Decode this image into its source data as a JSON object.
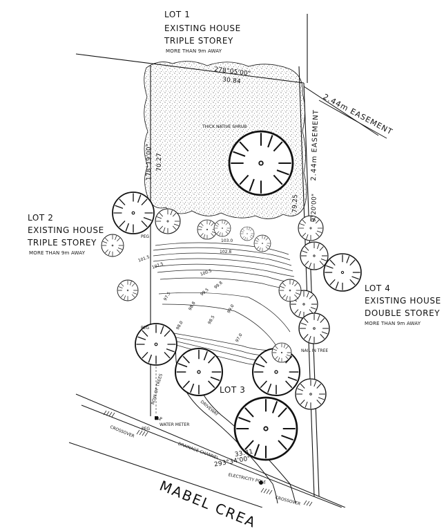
{
  "lots": {
    "lot1": {
      "name": "LOT 1",
      "line1": "EXISTING HOUSE",
      "line2": "TRIPLE STOREY",
      "note": "MORE THAN 9m AWAY"
    },
    "lot2": {
      "name": "LOT 2",
      "line1": "EXISTING HOUSE",
      "line2": "TRIPLE STOREY",
      "note": "MORE THAN 9m AWAY"
    },
    "lot4": {
      "name": "LOT 4",
      "line1": "EXISTING HOUSE",
      "line2": "DOUBLE STOREY",
      "note": "MORE THAN 9m AWAY"
    },
    "lot3": {
      "name": "LOT 3"
    }
  },
  "boundaries": {
    "north_bearing": "278°05'00\"",
    "north_length": "30.84",
    "west_bearing": "178°19'00\"",
    "west_length": "70.27",
    "east_bearing": "9°20'00\"",
    "east_length": "79.25",
    "south_length": "33.41",
    "south_bearing": "293°34'00\""
  },
  "easements": {
    "outer": "2.44m EASEMENT",
    "inner": "2.44m EASEMENT"
  },
  "annotations": {
    "shrub": "THICK NATIVE SHRUB",
    "driveway": "DRIVEWAY",
    "row_of_trees": "ROW OF TREES",
    "water_meter": "WATER METER",
    "tap": "TAP",
    "peg": "PEG",
    "crossover": "CROSSOVER",
    "drainage": "DRAINAGE CHANNEL",
    "electricity_pole": "ELECTRICITY POLE",
    "nail": "NAIL IN TREE"
  },
  "street": {
    "name": "MABEL CREA"
  },
  "contours": {
    "labels": [
      "103.0",
      "102.8",
      "102.5",
      "101.5",
      "100.5",
      "99.8",
      "99.5",
      "99.0",
      "98.8",
      "98.5",
      "98.0",
      "97.5",
      "97.0"
    ]
  },
  "colors": {
    "ink": "#111111",
    "paper": "#ffffff",
    "stipple": "#555555"
  }
}
